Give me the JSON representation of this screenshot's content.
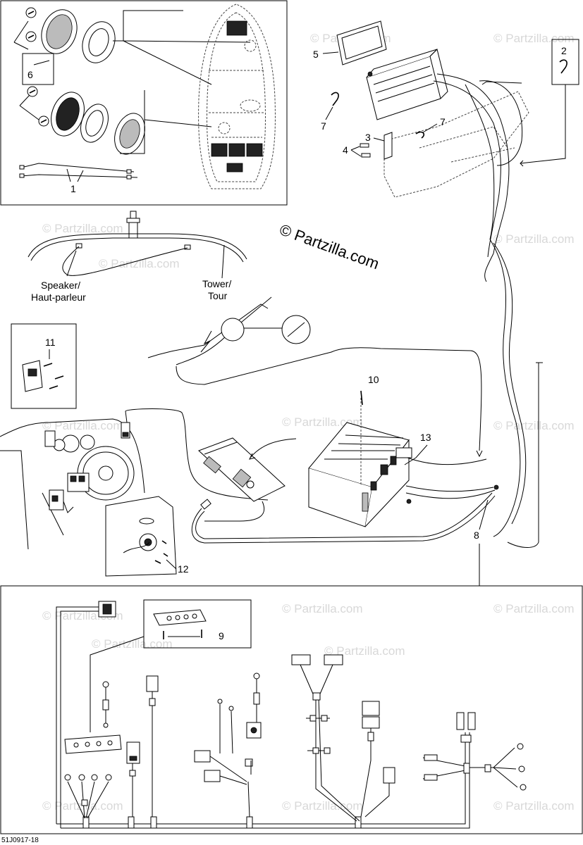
{
  "watermark": {
    "main": "© Partzilla.com",
    "faint": "© Partzilla.com"
  },
  "figure_code": "51J0917-18",
  "callouts": {
    "c1": "1",
    "c2": "2",
    "c3": "3",
    "c4": "4",
    "c5": "5",
    "c6": "6",
    "c7a": "7",
    "c7b": "7",
    "c8": "8",
    "c9": "9",
    "c10": "10",
    "c11": "11",
    "c12": "12",
    "c13": "13"
  },
  "labels": {
    "speaker_line1": "Speaker/",
    "speaker_line2": "Haut-parleur",
    "tower_line1": "Tower/",
    "tower_line2": "Tour"
  }
}
